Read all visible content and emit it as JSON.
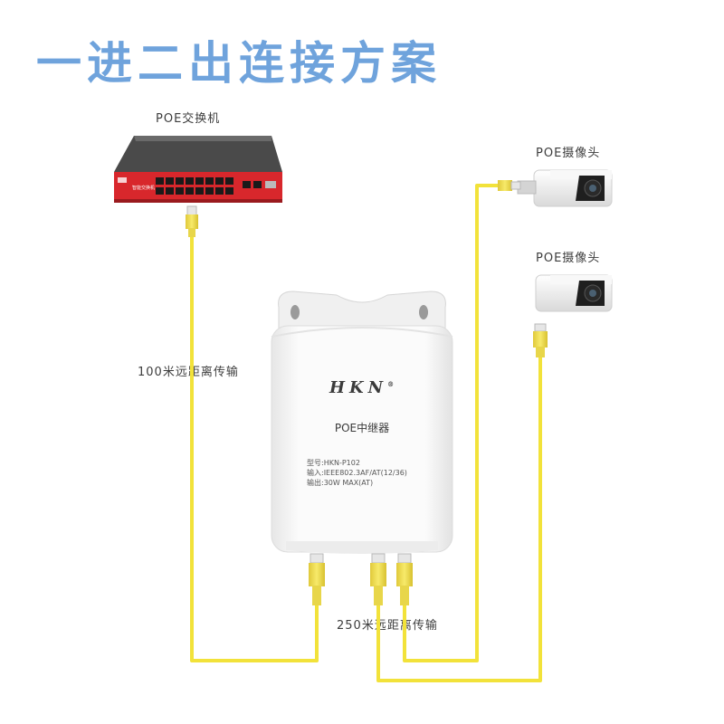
{
  "page_title": "一进二出连接方案",
  "switch": {
    "label": "POE交换机",
    "panel_text": "智能交换机"
  },
  "cameras": [
    {
      "label": "POE摄像头"
    },
    {
      "label": "POE摄像头"
    }
  ],
  "extender": {
    "brand": "HKN",
    "brand_mark": "®",
    "product_name": "POE中继器",
    "specs": [
      "型号:HKN-P102",
      "输入:IEEE802.3AF/AT(12/36)",
      "输出:30W MAX(AT)"
    ]
  },
  "links": {
    "input_distance": "100米远距离传输",
    "output_distance": "250米远距离传输"
  },
  "colors": {
    "title": "#6fa3dc",
    "cable": "#f2e23a",
    "switch_body": "#2b2b2b",
    "switch_panel": "#d8272c",
    "extender_body": "#f4f4f4"
  }
}
